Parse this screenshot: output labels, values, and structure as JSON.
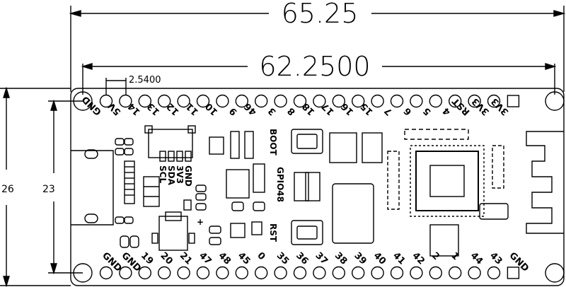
{
  "dimensions": {
    "overall_width": "65.25",
    "hole_spacing": "62.2500",
    "pin_pitch": "2.5400",
    "overall_height": "26",
    "hole_height": "23"
  },
  "top_header_pins": [
    "GND",
    "5V",
    "14",
    "13",
    "12",
    "11",
    "10",
    "9",
    "46",
    "3",
    "8",
    "18",
    "17",
    "16",
    "15",
    "7",
    "6",
    "5",
    "4",
    "RST",
    "3V3",
    "3V3"
  ],
  "bottom_header_pins": [
    "GND",
    "GND",
    "19",
    "20",
    "21",
    "47",
    "48",
    "45",
    "0",
    "35",
    "36",
    "37",
    "38",
    "39",
    "40",
    "41",
    "42",
    "2",
    "1",
    "44",
    "43",
    "GND"
  ],
  "silkscreen": {
    "boot": "BOOT",
    "gpio": "GPIO48",
    "rst": "RST",
    "i2c_header": [
      "GND",
      "3V3",
      "SDA",
      "SCL"
    ],
    "plus": "+"
  }
}
